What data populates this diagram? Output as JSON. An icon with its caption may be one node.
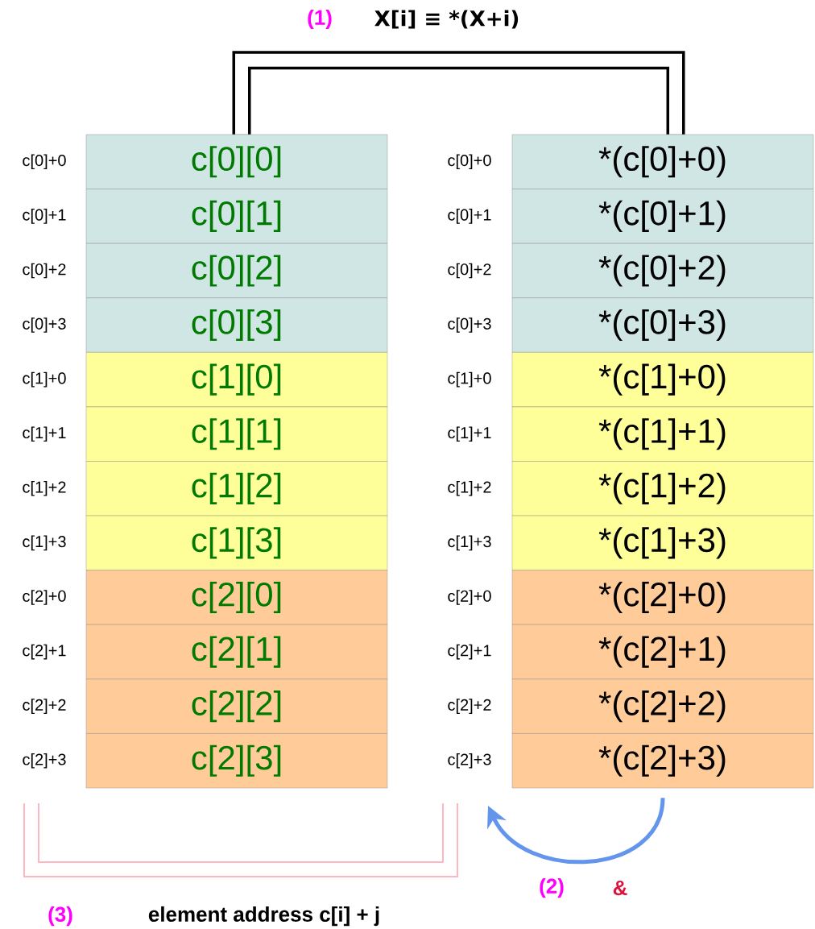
{
  "diagram": {
    "nodes": [
      {
        "text": [
          "c[0][0]"
        ],
        "beside": [
          "c[0]+0"
        ]
      },
      {
        "text": [
          "c[0][1]"
        ],
        "beside": [
          "c[0]+1"
        ]
      },
      {
        "text": [
          "c[0][2]"
        ],
        "beside": [
          "c[0]+2"
        ]
      },
      {
        "text": [
          "c[0][3]"
        ],
        "beside": [
          "c[0]+3"
        ]
      },
      {
        "text": [
          "c[1][0]"
        ],
        "beside": [
          "c[1]+0"
        ]
      },
      {
        "text": [
          "c[1][1]"
        ],
        "beside": [
          "c[1]+1"
        ]
      },
      {
        "text": [
          "c[1][2]"
        ],
        "beside": [
          "c[1]+2"
        ]
      },
      {
        "text": [
          "c[1][3]"
        ],
        "beside": [
          "c[1]+3"
        ]
      },
      {
        "text": [
          "c[2][0]"
        ],
        "beside": [
          "c[2]+0"
        ]
      },
      {
        "text": [
          "c[2][1]"
        ],
        "beside": [
          "c[2]+1"
        ]
      },
      {
        "text": [
          "c[2][2]"
        ],
        "beside": [
          "c[2]+2"
        ]
      },
      {
        "text": [
          "c[2][3]"
        ],
        "beside": [
          "c[2]+3"
        ]
      },
      {
        "text": [
          "*(c[0]+0)"
        ],
        "beside": [
          "c[0]+0"
        ]
      },
      {
        "text": [
          "*(c[0]+1)"
        ],
        "beside": [
          "c[0]+1"
        ]
      },
      {
        "text": [
          "*(c[0]+2)"
        ],
        "beside": [
          "c[0]+2"
        ]
      },
      {
        "text": [
          "*(c[0]+3)"
        ],
        "beside": [
          "c[0]+3"
        ]
      },
      {
        "text": [
          "*(c[1]+0)"
        ],
        "beside": [
          "c[1]+0"
        ]
      },
      {
        "text": [
          "*(c[1]+1)"
        ],
        "beside": [
          "c[1]+1"
        ]
      },
      {
        "text": [
          "*(c[1]+2)"
        ],
        "beside": [
          "c[1]+2"
        ]
      },
      {
        "text": [
          "*(c[1]+3)"
        ],
        "beside": [
          "c[1]+3"
        ]
      },
      {
        "text": [
          "*(c[2]+0)"
        ],
        "beside": [
          "c[2]+0"
        ]
      },
      {
        "text": [
          "*(c[2]+1)"
        ],
        "beside": [
          "c[2]+1"
        ]
      },
      {
        "text": [
          "*(c[2]+2)"
        ],
        "beside": [
          "c[2]+2"
        ]
      },
      {
        "text": [
          "*(c[2]+3)"
        ],
        "beside": [
          "c[2]+3"
        ]
      }
    ],
    "edges": [
      {
        "from": 0,
        "to": 12,
        "arrow": "none",
        "style": "thick"
      },
      {
        "from": 23,
        "to": null,
        "arrow": "to",
        "color": "#6495ed"
      }
    ],
    "labels": [
      "(1)",
      "X[i] ≡ *(X+i)",
      "(2)",
      "&",
      "(3)",
      "element address c[i] + j"
    ]
  }
}
